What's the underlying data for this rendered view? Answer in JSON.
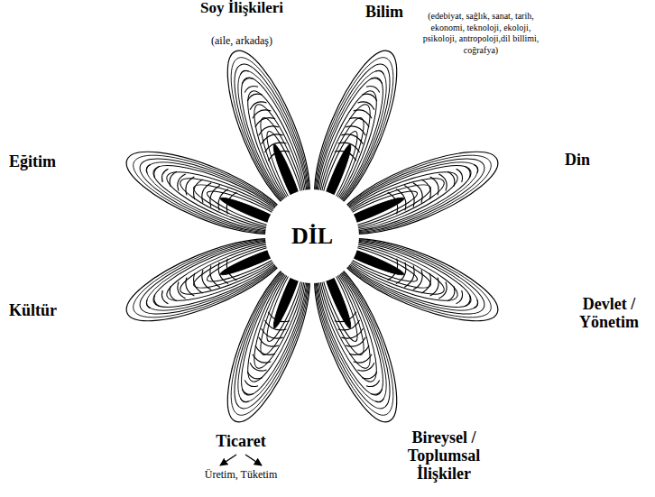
{
  "diagram": {
    "nodes": [
      {
        "text": [
          "DİL"
        ]
      }
    ],
    "labels": [
      "Soy İlişkileri",
      "(aile, arkadaş)",
      "Bilim",
      "(edebiyat, sağlık, sanat, tarih, ekonomi, teknoloji, ekoloji, psikoloji, antropoloji,dil billimi, coğrafya)",
      "Eğitim",
      "Din",
      "Kültür",
      "Devlet / Yönetim",
      "Ticaret",
      "Bireysel / Toplumsal İlişkiler",
      "Üretim, Tüketim"
    ]
  }
}
